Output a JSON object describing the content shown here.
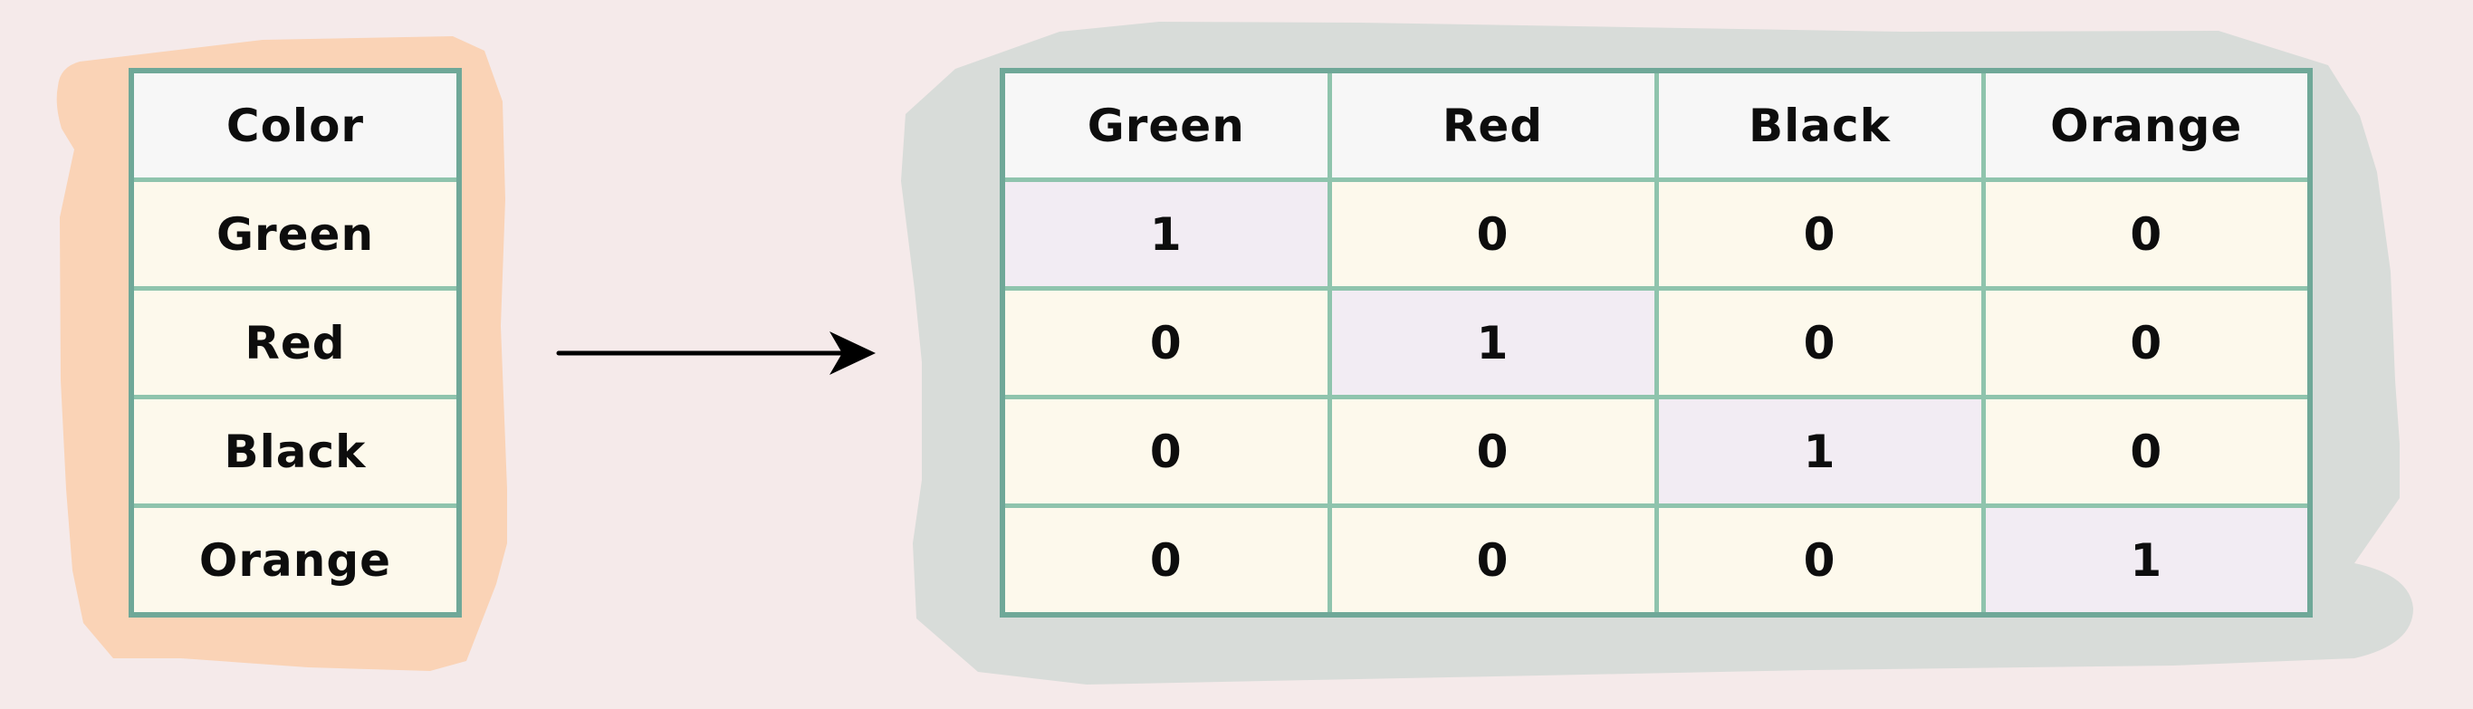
{
  "input_table": {
    "header": "Color",
    "rows": [
      "Green",
      "Red",
      "Black",
      "Orange"
    ]
  },
  "output_table": {
    "headers": [
      "Green",
      "Red",
      "Black",
      "Orange"
    ],
    "rows": [
      [
        "1",
        "0",
        "0",
        "0"
      ],
      [
        "0",
        "1",
        "0",
        "0"
      ],
      [
        "0",
        "0",
        "1",
        "0"
      ],
      [
        "0",
        "0",
        "0",
        "1"
      ]
    ]
  },
  "colors": {
    "background": "#f5eaea",
    "input_highlight": "#fad3b6",
    "output_highlight": "#d8dcd9",
    "table_border": "#8fc4ad",
    "header_fill": "#f7f7f7",
    "cell_fill": "#fdf9ec",
    "diagonal_fill": "#f2ecf3"
  }
}
